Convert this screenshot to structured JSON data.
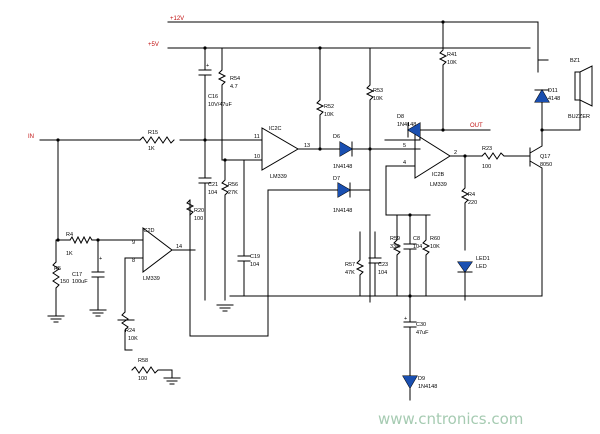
{
  "nets": {
    "v12": "+12V",
    "v5": "+5V",
    "in": "IN",
    "out": "OUT"
  },
  "watermark": "www.cntronics.com",
  "components": {
    "r1": {
      "ref": "R4",
      "value": "1K"
    },
    "r15": {
      "ref": "R15",
      "value": "1K"
    },
    "r2": {
      "ref": "R5",
      "value": "150"
    },
    "c1": {
      "ref": "C17",
      "value": "100uF"
    },
    "ic2d": {
      "ref": "IC2D",
      "value": "LM339"
    },
    "ic2c": {
      "ref": "IC2C",
      "value": "LM339"
    },
    "ic2b": {
      "ref": "IC2B",
      "value": "LM339"
    },
    "r54": {
      "ref": "R54",
      "value": "4.7"
    },
    "c16": {
      "ref": "C16",
      "value": "10V/47uF"
    },
    "r20": {
      "ref": "R20",
      "value": "100"
    },
    "c21": {
      "ref": "C21",
      "value": "104"
    },
    "r56": {
      "ref": "R56",
      "value": "27K"
    },
    "c19": {
      "ref": "C19",
      "value": "104"
    },
    "r52": {
      "ref": "R52",
      "value": "10K"
    },
    "r53": {
      "ref": "R53",
      "value": "10K"
    },
    "d6": {
      "ref": "D6",
      "value": "1N4148"
    },
    "d7": {
      "ref": "D7",
      "value": "1N4148"
    },
    "d8": {
      "ref": "D8",
      "value": "1N4148"
    },
    "d9": {
      "ref": "D9",
      "value": "1N4148"
    },
    "d11": {
      "ref": "D11",
      "value": "4148"
    },
    "r57": {
      "ref": "R57",
      "value": "47K"
    },
    "c23": {
      "ref": "C23",
      "value": "104"
    },
    "r59": {
      "ref": "R59",
      "value": "33K"
    },
    "c8": {
      "ref": "C8",
      "value": "104"
    },
    "r60": {
      "ref": "R60",
      "value": "10K"
    },
    "c30": {
      "ref": "C30",
      "value": "47uF"
    },
    "r41": {
      "ref": "R41",
      "value": "10K"
    },
    "r23": {
      "ref": "R23",
      "value": "100"
    },
    "r24": {
      "ref": "R24",
      "value": "10K"
    },
    "r58": {
      "ref": "R58",
      "value": "100"
    },
    "r4b": {
      "ref": "R4",
      "value": "220"
    },
    "led1": {
      "ref": "LED1",
      "value": "LED"
    },
    "q17": {
      "ref": "Q17",
      "value": "8050"
    },
    "bz": {
      "ref": "BZ1",
      "value": "BUZZER"
    }
  },
  "pins": {
    "p9": "9",
    "p8": "8",
    "p14": "14",
    "p11": "11",
    "p10": "10",
    "p13": "13",
    "p5": "5",
    "p4": "4",
    "p2": "2",
    "plus": "+"
  }
}
